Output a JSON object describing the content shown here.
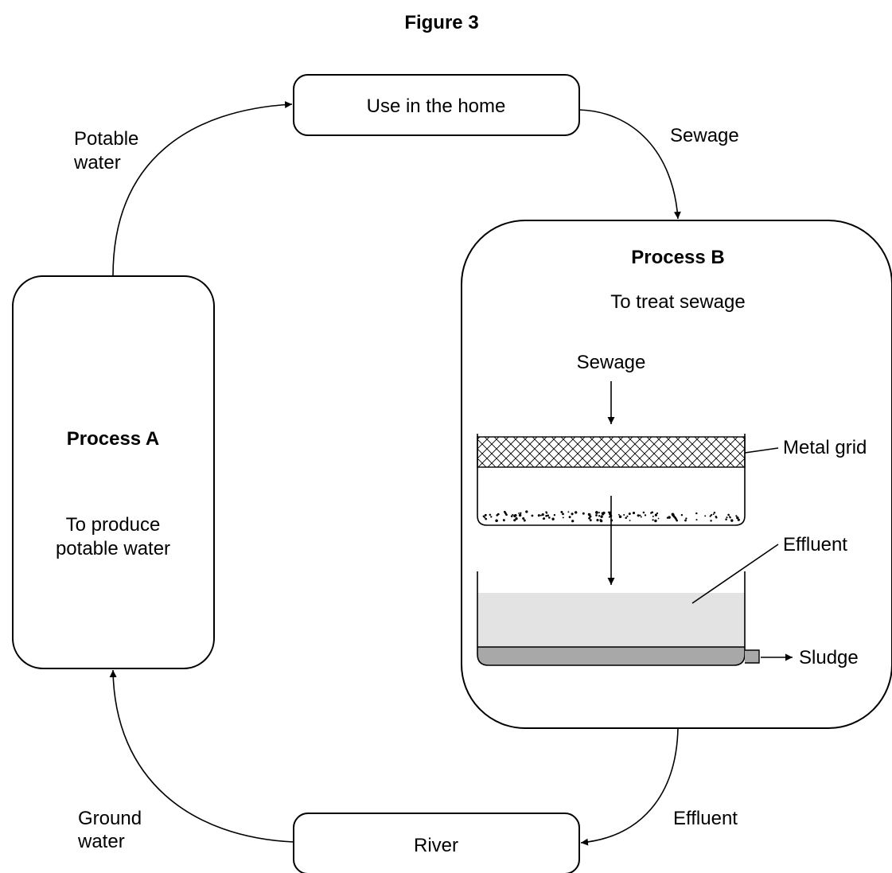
{
  "figure_title": "Figure 3",
  "boxes": {
    "use_in_home": "Use in the home",
    "process_a": {
      "title": "Process A",
      "description_lines": [
        "To produce",
        "potable water"
      ]
    },
    "process_b": {
      "title": "Process B",
      "description": "To treat sewage"
    },
    "river": "River"
  },
  "arrow_labels": {
    "potable_water": [
      "Potable",
      "water"
    ],
    "sewage": "Sewage",
    "effluent": "Effluent",
    "ground_water": [
      "Ground",
      "water"
    ]
  },
  "apparatus_labels": {
    "sewage_in": "Sewage",
    "metal_grid": "Metal grid",
    "effluent": "Effluent",
    "sludge": "Sludge"
  },
  "colors": {
    "line": "#000000",
    "effluent_liquid": "#e3e3e3",
    "sludge_layer": "#a8a8a8"
  }
}
